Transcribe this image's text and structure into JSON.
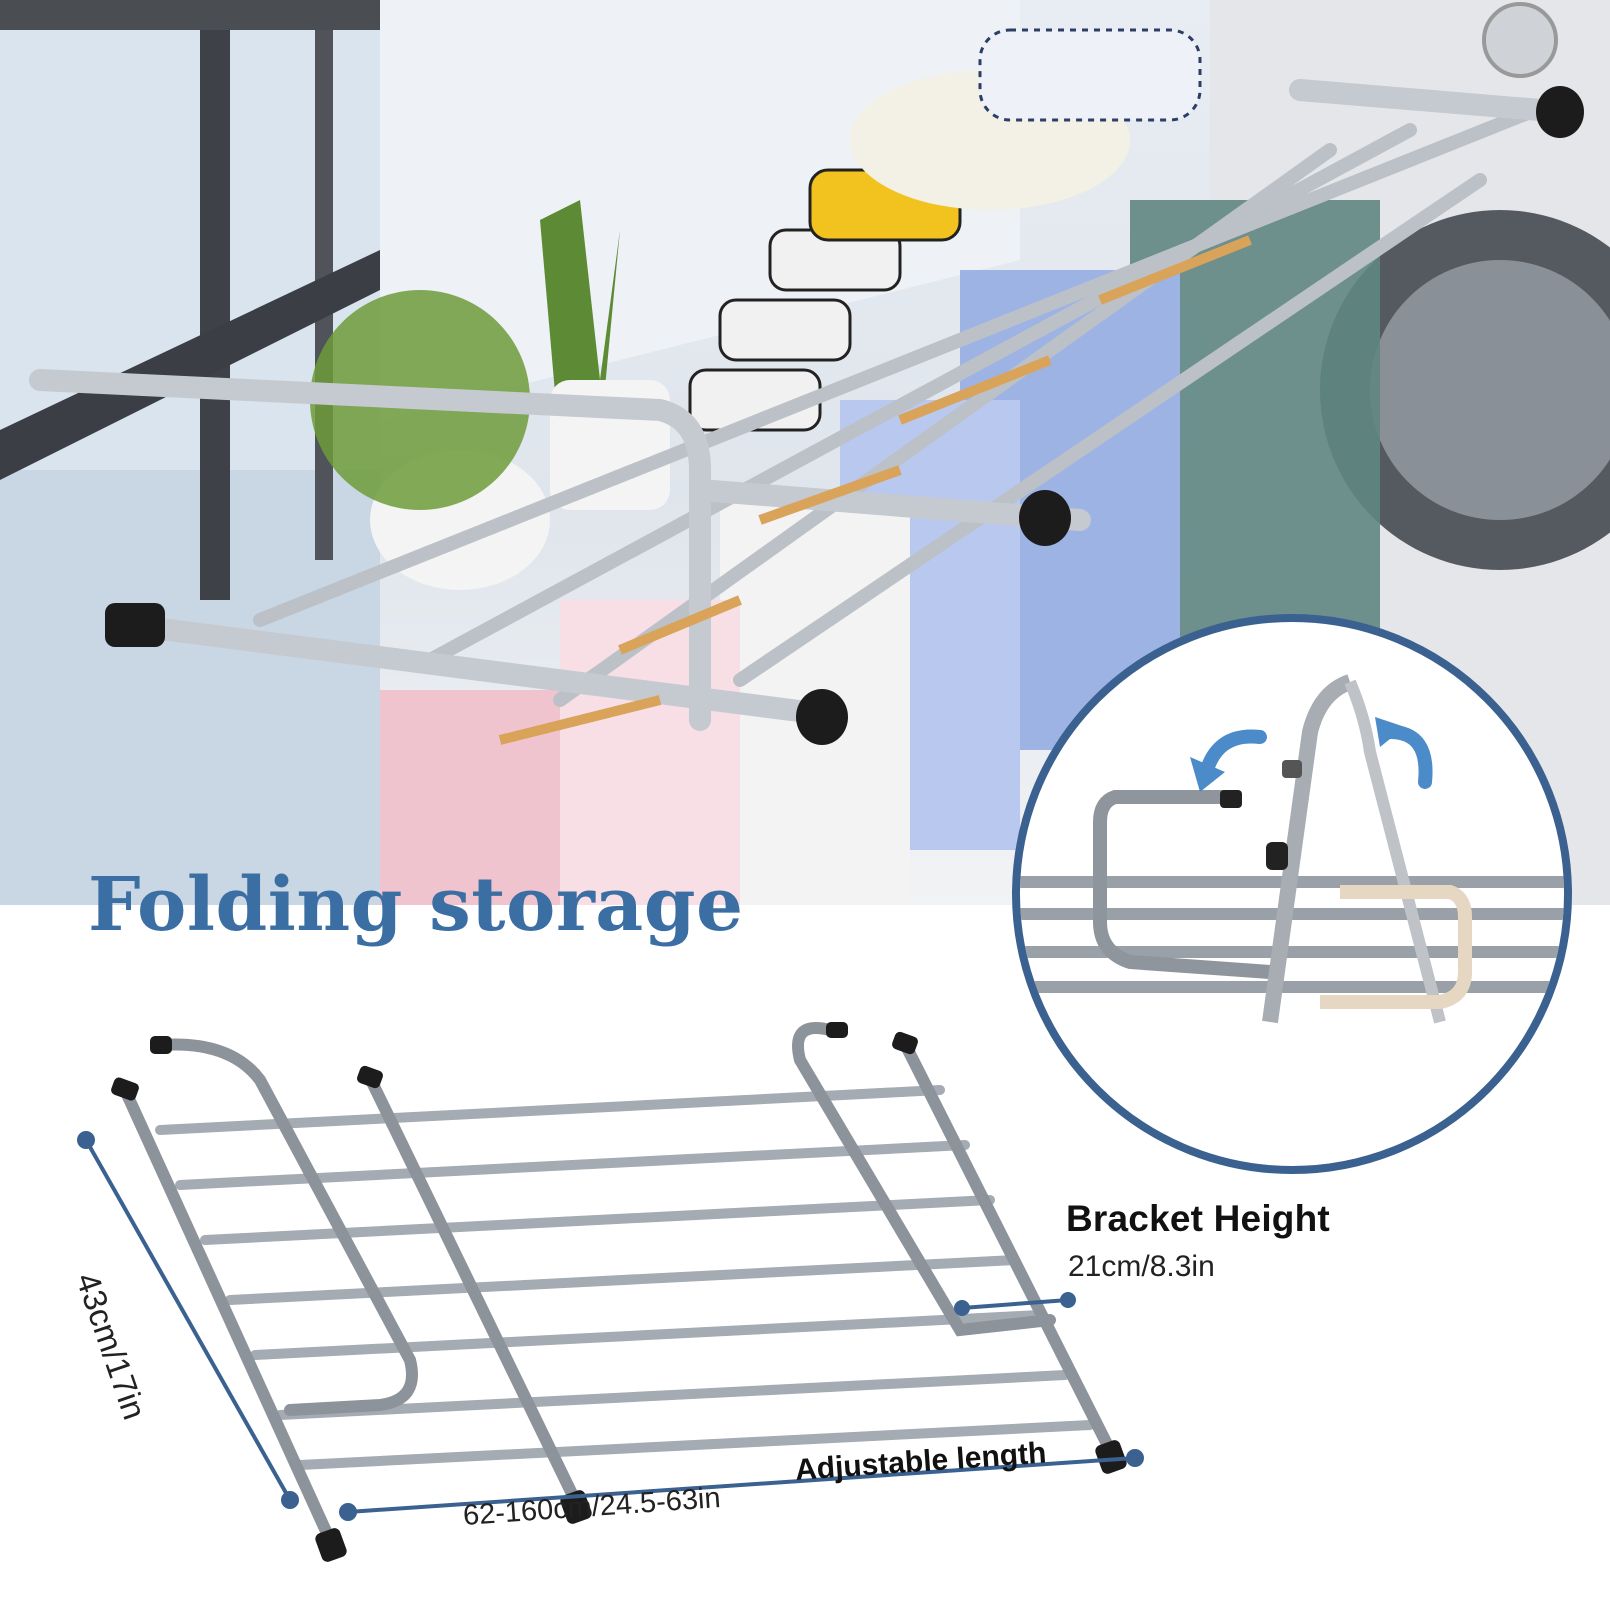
{
  "headline": "Folding storage",
  "bracket": {
    "label": "Bracket Height",
    "value": "21cm/8.3in"
  },
  "dimensions": {
    "adjustable_label": "Adjustable length",
    "length": "62-160cm/24.5-63in",
    "width": "43cm/17in"
  },
  "colors": {
    "title": "#3b6fa3",
    "dimension_line": "#3a6190",
    "inset_border": "#3a6190",
    "arrow": "#4c8bc9"
  }
}
